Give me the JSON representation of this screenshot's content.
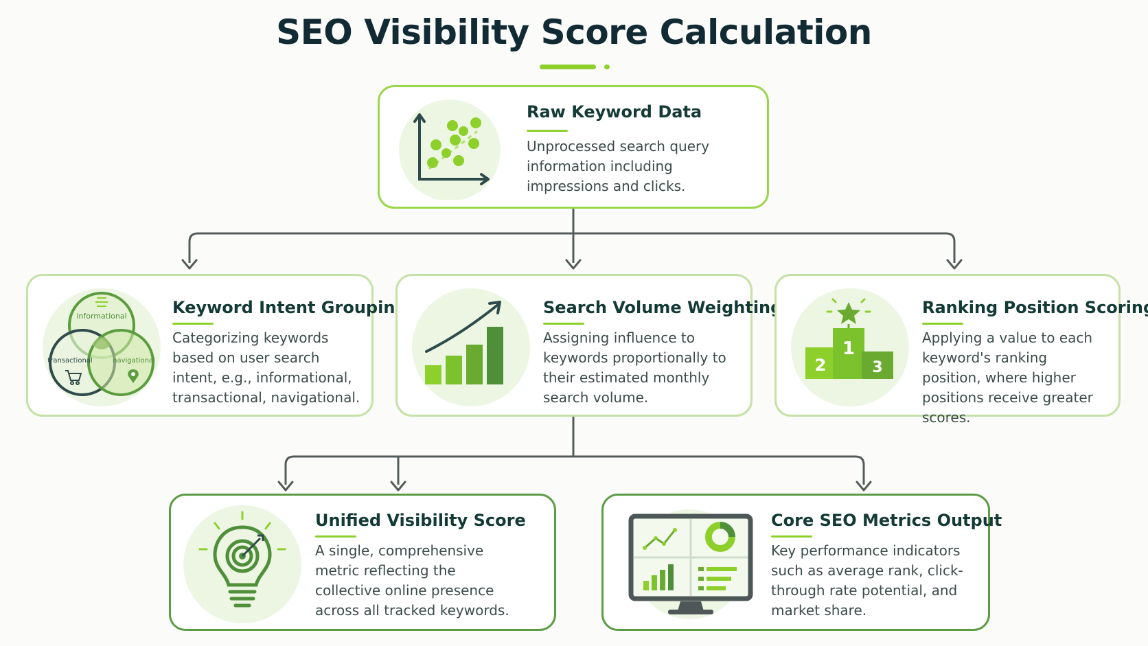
{
  "title": "SEO Visibility Score Calculation",
  "colors": {
    "accent": "#8ed02b",
    "dark_green": "#4f8f3a",
    "connector": "#535b5b",
    "title": "#112a33"
  },
  "nodes": {
    "raw": {
      "title": "Raw Keyword Data",
      "desc": "Unprocessed search query information including impressions and clicks.",
      "icon": "scatter-plot-icon"
    },
    "intent": {
      "title": "Keyword Intent Grouping",
      "desc": "Categorizing keywords based on user search intent, e.g., informational, transactional, navigational.",
      "icon": "venn-diagram-icon",
      "venn_labels": {
        "informational": "informational",
        "transactional": "transactional",
        "navigational": "navigational"
      }
    },
    "volume": {
      "title": "Search Volume Weighting",
      "desc": "Assigning influence to keywords proportionally to their estimated monthly search volume.",
      "icon": "growth-bar-chart-icon"
    },
    "ranking": {
      "title": "Ranking Position Scoring",
      "desc": "Applying a value to each keyword's ranking position, where higher positions receive greater scores.",
      "icon": "podium-icon",
      "podium_labels": {
        "first": "1",
        "second": "2",
        "third": "3"
      }
    },
    "unified": {
      "title": "Unified Visibility Score",
      "desc": "A single, comprehensive metric reflecting the collective online presence across all tracked keywords.",
      "icon": "lightbulb-target-icon"
    },
    "core": {
      "title": "Core SEO Metrics Output",
      "desc": "Key performance indicators such as average rank, click-through rate potential, and market share.",
      "icon": "dashboard-monitor-icon"
    }
  },
  "edges": [
    {
      "from": "Raw Keyword Data",
      "to": "Keyword Intent Grouping"
    },
    {
      "from": "Raw Keyword Data",
      "to": "Search Volume Weighting"
    },
    {
      "from": "Raw Keyword Data",
      "to": "Ranking Position Scoring"
    },
    {
      "from": "Search Volume Weighting",
      "to": "Unified Visibility Score"
    },
    {
      "from": "Search Volume Weighting",
      "to": "Core SEO Metrics Output"
    }
  ]
}
